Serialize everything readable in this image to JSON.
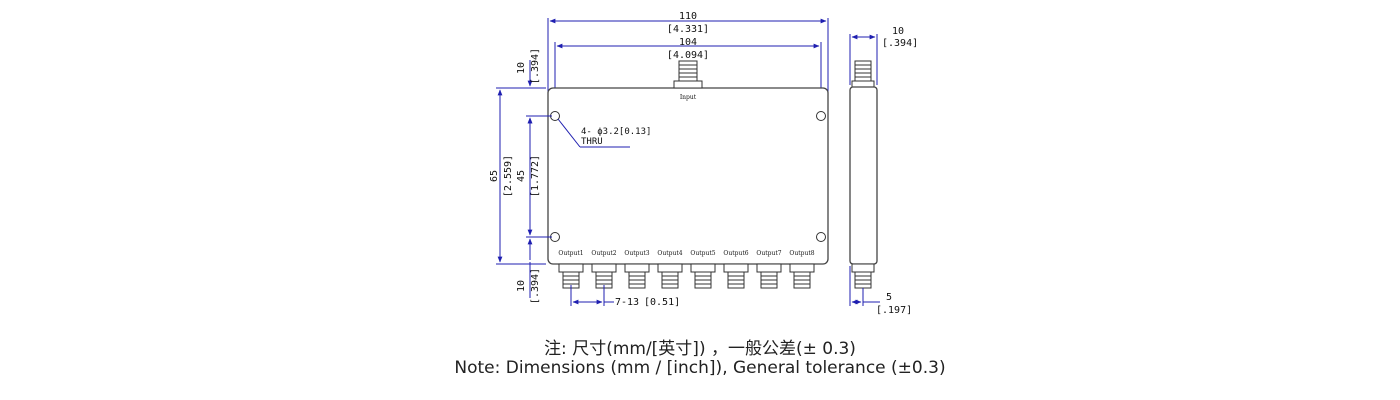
{
  "dimensions": {
    "overall_width": {
      "value": "110",
      "inch": "[4.331]"
    },
    "hole_spacing_x": {
      "value": "104",
      "inch": "[4.094]"
    },
    "top_margin": {
      "value": "10",
      "inch": "[.394]"
    },
    "overall_height": {
      "value": "65",
      "inch": "[2.559]"
    },
    "hole_spacing_y": {
      "value": "45",
      "inch": "[1.772]"
    },
    "bottom_margin": {
      "value": "10",
      "inch": "[.394]"
    },
    "connector_pitch": {
      "value": "7-13",
      "inch": "[0.51]"
    },
    "side_thickness": {
      "value": "10",
      "inch": "[.394]"
    },
    "side_connector_offset": {
      "value": "5",
      "inch": "[.197]"
    }
  },
  "hole_note": {
    "line1": "4- ϕ3.2[0.13]",
    "line2": "THRU"
  },
  "input_label": "Input",
  "outputs": [
    "Output1",
    "Output2",
    "Output3",
    "Output4",
    "Output5",
    "Output6",
    "Output7",
    "Output8"
  ],
  "notes": {
    "chinese": "注: 尺寸(mm/[英寸]) ，一般公差(± 0.3)",
    "english": "Note: Dimensions (mm / [inch]), General tolerance (±0.3)"
  }
}
